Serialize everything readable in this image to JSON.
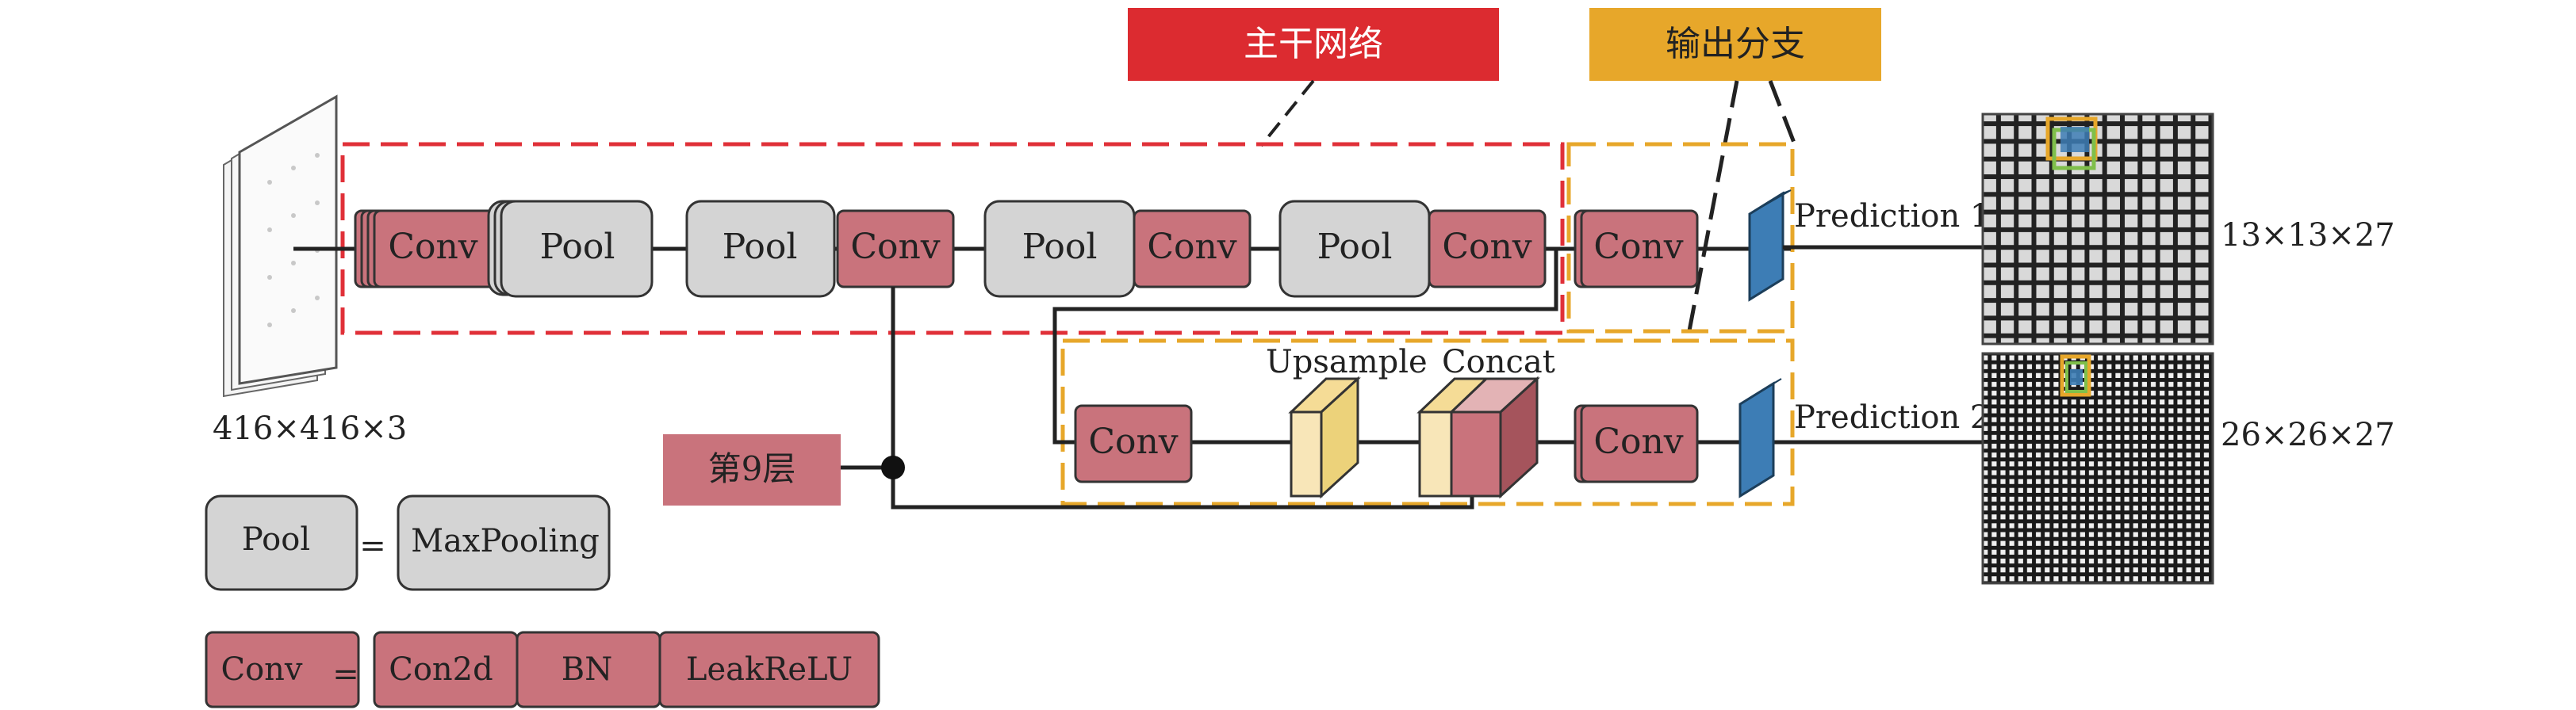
{
  "labels": {
    "backbone": "主干网络",
    "output_branch": "输出分支",
    "input_size": "416×416×3",
    "layer9": "第9层",
    "upsample": "Upsample",
    "concat": "Concat",
    "prediction1": "Prediction 1",
    "prediction2": "Prediction 2",
    "output1_size": "13×13×27",
    "output2_size": "26×26×27"
  },
  "blocks": {
    "conv": "Conv",
    "pool": "Pool"
  },
  "legend": {
    "pool": "Pool",
    "equals": "=",
    "maxpooling": "MaxPooling",
    "conv": "Conv",
    "con2d": "Con2d",
    "bn": "BN",
    "leakrelu": "LeakReLU"
  },
  "colors": {
    "conv_fill": "#c9737c",
    "pool_fill": "#d4d4d4",
    "backbone_badge": "#dc2b30",
    "output_badge": "#e7a72a",
    "backbone_border": "#e03038",
    "branch_border": "#e7a72a",
    "prediction_blue": "#3d7db5"
  }
}
